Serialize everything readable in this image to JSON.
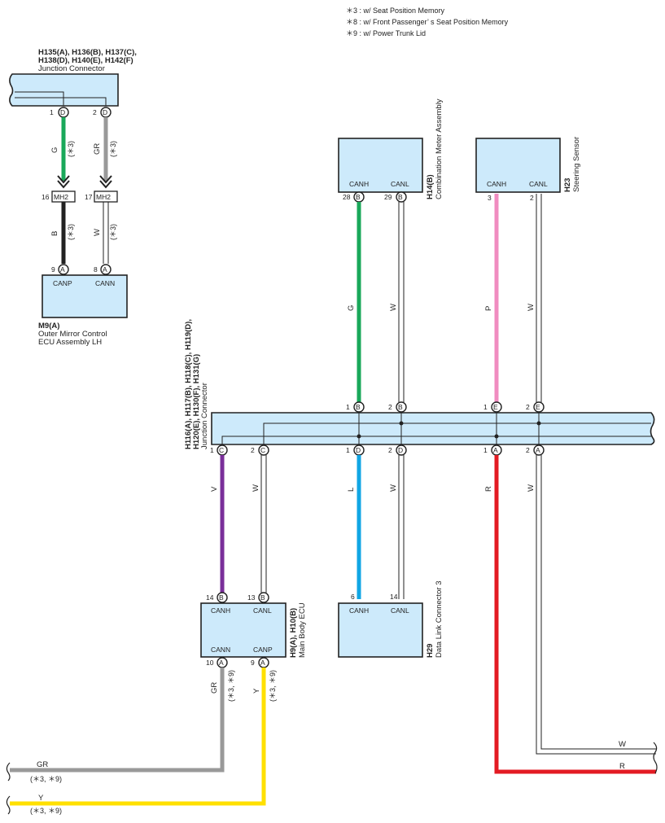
{
  "notes": [
    "＊3 : w/ Seat Position Memory",
    "＊8 : w/ Front Passenger’ s Seat Position Memory",
    "＊9 : w/ Power Trunk Lid"
  ],
  "junction_top": {
    "ids": "H135(A), H136(B), H137(C),",
    "ids2": "H138(D), H140(E), H142(F)",
    "name": "Junction Connector"
  },
  "mirror_ecu": {
    "id": "M9(A)",
    "name1": "Outer Mirror Control",
    "name2": "ECU Assembly LH",
    "canp": "CANP",
    "cann": "CANN"
  },
  "combo_meter": {
    "id": "H14(B)",
    "name": "Combination Meter Assembly",
    "canh": "CANH",
    "canl": "CANL"
  },
  "steering": {
    "id": "H23",
    "name": "Steering Sensor",
    "canh": "CANH",
    "canl": "CANL"
  },
  "junction_main": {
    "ids": "H116(A), H117(B), H118(C), H119(D),",
    "ids2": "H120(E), H130(F), H131(G)",
    "name": "Junction Connector"
  },
  "main_body": {
    "id": "H9(A), H10(B)",
    "name": "Main Body ECU",
    "canh": "CANH",
    "canl": "CANL",
    "cann": "CANN",
    "canp": "CANP"
  },
  "dlc": {
    "id": "H29",
    "name": "Data Link Connector 3",
    "canh": "CANH",
    "canl": "CANL"
  },
  "connector_mh2": "MH2",
  "wires": {
    "g": "G",
    "gr": "GR",
    "b": "B",
    "w": "W",
    "p": "P",
    "v": "V",
    "l": "L",
    "r": "R",
    "y": "Y",
    "note3": "(＊3)",
    "note39": "(＊3, ＊9)"
  },
  "pins": {
    "p1": "1",
    "p2": "2",
    "p3": "3",
    "p6": "6",
    "p8": "8",
    "p9": "9",
    "p10": "10",
    "p13": "13",
    "p14": "14",
    "p16": "16",
    "p17": "17",
    "p28": "28",
    "p29": "29",
    "A": "A",
    "B": "B",
    "C": "C",
    "D": "D",
    "E": "E"
  },
  "colors": {
    "green": "#1aa85a",
    "gray": "#999999",
    "black": "#222222",
    "pink": "#f08cc0",
    "purple": "#7a2f9a",
    "blue": "#11a6e4",
    "red": "#e31b23",
    "yellow": "#ffe000",
    "box": "#cdeafb"
  }
}
